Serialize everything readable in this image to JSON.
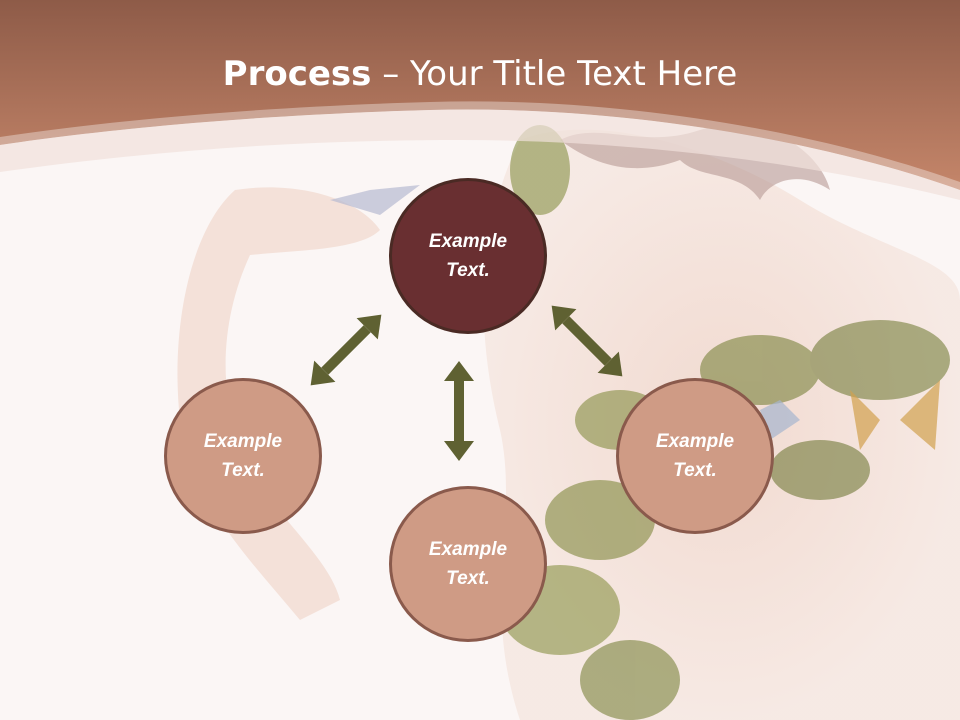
{
  "slide": {
    "title_bold": "Process",
    "title_dash": " – ",
    "title_rest": "Your Title Text Here"
  },
  "nodes": [
    {
      "id": "top",
      "line1": "Example",
      "line2": "Text."
    },
    {
      "id": "left",
      "line1": "Example",
      "line2": "Text."
    },
    {
      "id": "bottom",
      "line1": "Example",
      "line2": "Text."
    },
    {
      "id": "right",
      "line1": "Example",
      "line2": "Text."
    }
  ],
  "colors": {
    "header": "#b8775c",
    "main_node": "#692f31",
    "sub_node": "#cf9b85",
    "arrow": "#5f6132"
  }
}
